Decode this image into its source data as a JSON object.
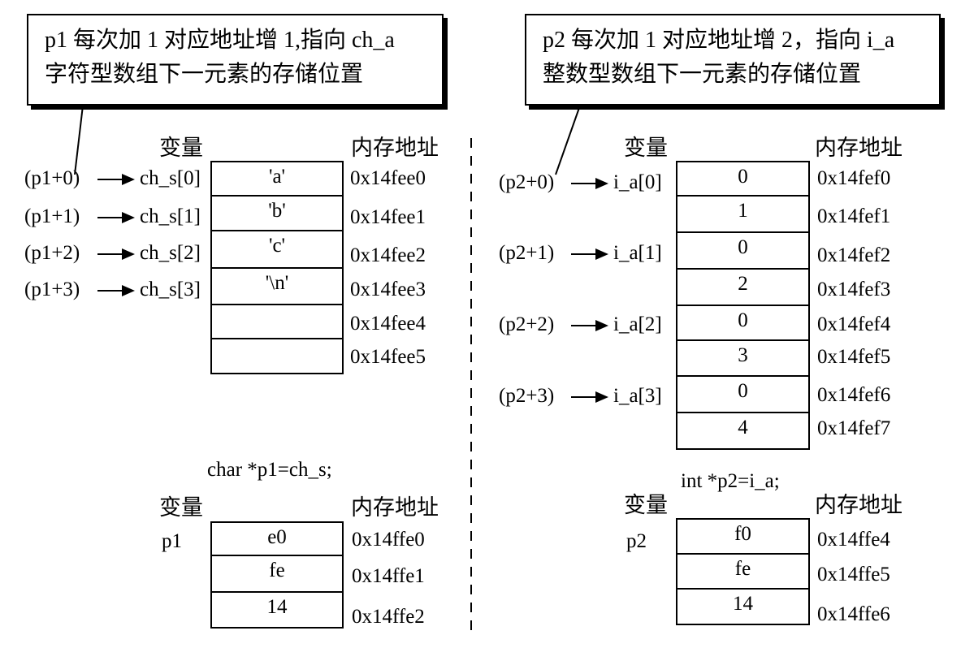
{
  "notes": {
    "left": [
      "p1 每次加 1 对应地址增 1,指向 ch_a",
      "字符型数组下一元素的存储位置"
    ],
    "right": [
      "p2 每次加 1 对应地址增 2，指向 i_a",
      "整数型数组下一元素的存储位置"
    ]
  },
  "headers": {
    "variable": "变量",
    "address": "内存地址"
  },
  "char_array": {
    "pointers": [
      "(p1+0)",
      "(p1+1)",
      "(p1+2)",
      "(p1+3)"
    ],
    "names": [
      "ch_s[0]",
      "ch_s[1]",
      "ch_s[2]",
      "ch_s[3]"
    ],
    "cells": [
      "'a'",
      "'b'",
      "'c'",
      "'\\n'",
      "",
      ""
    ],
    "addresses": [
      "0x14fee0",
      "0x14fee1",
      "0x14fee2",
      "0x14fee3",
      "0x14fee4",
      "0x14fee5"
    ]
  },
  "int_array": {
    "pointers": [
      "(p2+0)",
      "(p2+1)",
      "(p2+2)",
      "(p2+3)"
    ],
    "names": [
      "i_a[0]",
      "i_a[1]",
      "i_a[2]",
      "i_a[3]"
    ],
    "cells": [
      "0",
      "1",
      "0",
      "2",
      "0",
      "3",
      "0",
      "4"
    ],
    "addresses": [
      "0x14fef0",
      "0x14fef1",
      "0x14fef2",
      "0x14fef3",
      "0x14fef4",
      "0x14fef5",
      "0x14fef6",
      "0x14fef7"
    ]
  },
  "p1_var": {
    "decl": "char *p1=ch_s;",
    "name": "p1",
    "cells": [
      "e0",
      "fe",
      "14"
    ],
    "addresses": [
      "0x14ffe0",
      "0x14ffe1",
      "0x14ffe2"
    ]
  },
  "p2_var": {
    "decl": "int *p2=i_a;",
    "name": "p2",
    "cells": [
      "f0",
      "fe",
      "14"
    ],
    "addresses": [
      "0x14ffe4",
      "0x14ffe5",
      "0x14ffe6"
    ]
  }
}
